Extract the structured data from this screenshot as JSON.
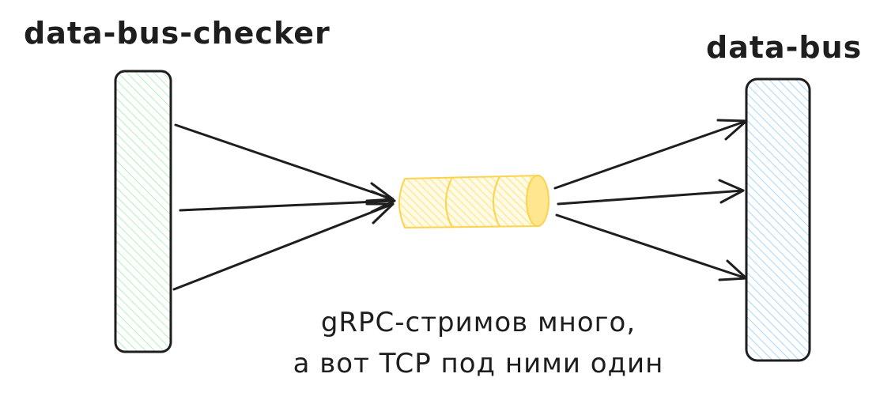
{
  "labels": {
    "left": "data-bus-checker",
    "right": "data-bus"
  },
  "note": {
    "line1": "gRPC-стримов много,",
    "line2": "а вот TCP под ними один"
  },
  "colors": {
    "stroke": "#1e1e1e",
    "left_fill": "#b2f2bb",
    "right_fill": "#a5d8ff",
    "pipe_fill": "#ffec99",
    "pipe_stroke": "#fcd34d"
  },
  "icons": [
    "arrow-icon",
    "pipe-icon"
  ]
}
